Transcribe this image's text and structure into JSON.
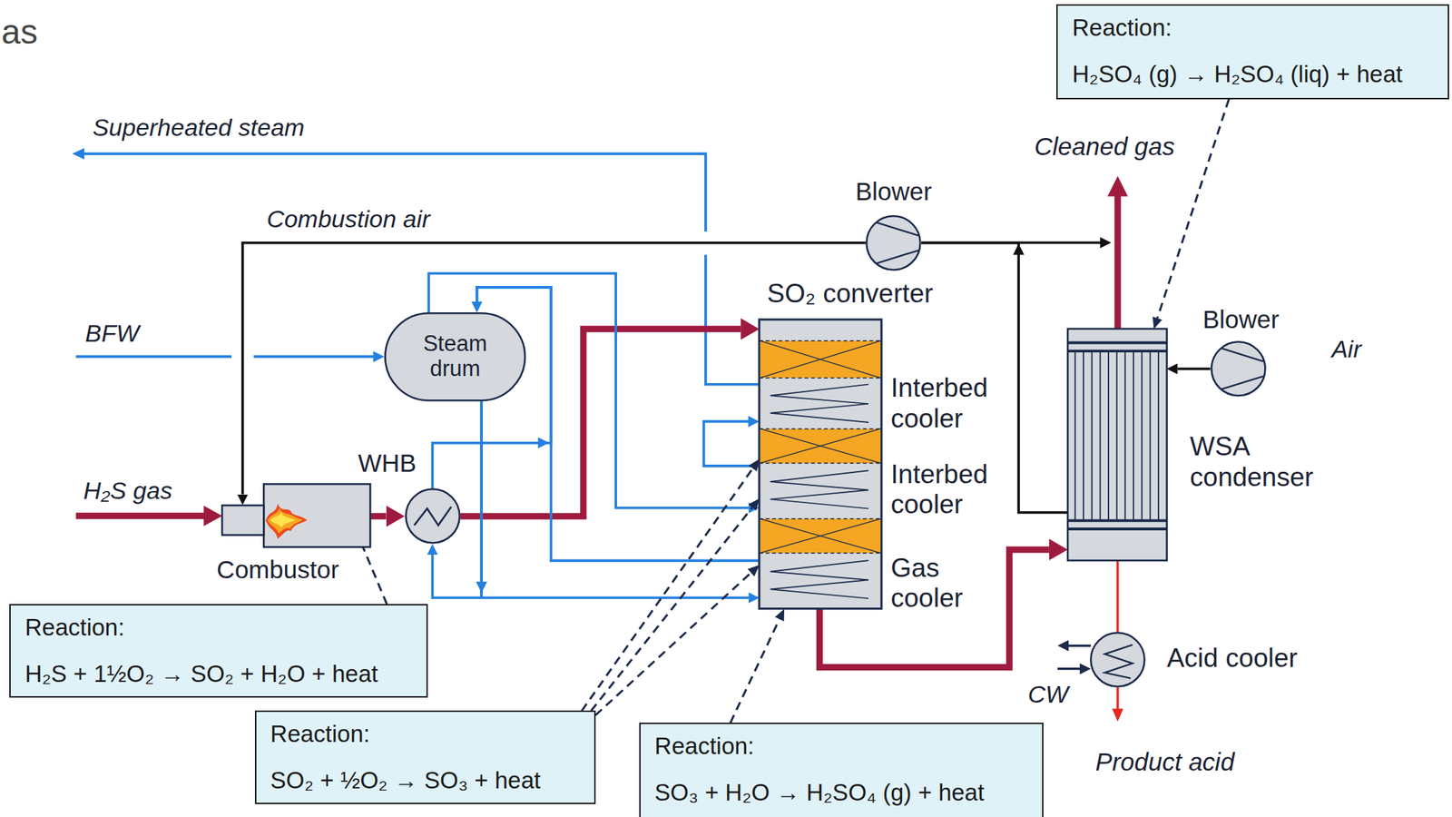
{
  "diagram": {
    "nodes": [
      {
        "text": [
          "Reaction:",
          "H₂SO₄ (g) → H₂SO₄ (liq) + heat"
        ]
      },
      {
        "text": [
          "Blower"
        ]
      },
      {
        "text": [
          "SO₂ converter"
        ]
      },
      {
        "text": [
          "Steam drum"
        ]
      },
      {
        "text": [
          "Blower"
        ]
      },
      {
        "text": [
          "WSA condenser"
        ]
      },
      {
        "text": [
          "WHB"
        ]
      },
      {
        "text": [
          "Combustor"
        ]
      },
      {
        "text": [
          "Acid cooler"
        ]
      },
      {
        "text": [
          "Reaction:",
          "H₂S + 1½O₂ → SO₂ + H₂O + heat"
        ]
      },
      {
        "text": [
          "Reaction:",
          "SO₂ + ½O₂ → SO₃ + heat"
        ]
      },
      {
        "text": [
          "Reaction:",
          "SO₃ + H₂O → H₂SO₄ (g) + heat"
        ]
      }
    ],
    "edges": [
      {
        "from": 7,
        "to": 6,
        "arrow": "to"
      },
      {
        "from": 6,
        "to": 2,
        "arrow": "to"
      },
      {
        "from": 2,
        "to": 5,
        "arrow": "to"
      },
      {
        "from": 5,
        "to": 1,
        "arrow": "none"
      },
      {
        "from": 1,
        "to": 7,
        "arrow": "to"
      },
      {
        "from": 4,
        "to": 5,
        "arrow": "to"
      },
      {
        "from": 5,
        "to": 8,
        "arrow": "none"
      },
      {
        "from": 3,
        "to": 2,
        "arrow": "to"
      },
      {
        "from": 2,
        "to": 3,
        "arrow": "to"
      },
      {
        "from": 6,
        "to": 3,
        "arrow": "to"
      },
      {
        "from": 3,
        "to": 6,
        "arrow": "to"
      },
      {
        "from": 3,
        "to": 2,
        "arrow": "to"
      },
      {
        "from": 9,
        "to": 7,
        "arrow": "to"
      },
      {
        "from": 10,
        "to": 2,
        "arrow": "to"
      },
      {
        "from": 10,
        "to": 2,
        "arrow": "to"
      },
      {
        "from": 10,
        "to": 2,
        "arrow": "to"
      },
      {
        "from": 11,
        "to": 2,
        "arrow": "to"
      },
      {
        "from": 0,
        "to": 5,
        "arrow": "to"
      }
    ],
    "labels": [
      "as",
      "Superheated steam",
      "Combustion air",
      "BFW",
      "H₂S gas",
      "Interbed cooler",
      "Interbed cooler",
      "Gas cooler",
      "Cleaned gas",
      "Air",
      "CW",
      "Product acid"
    ]
  }
}
